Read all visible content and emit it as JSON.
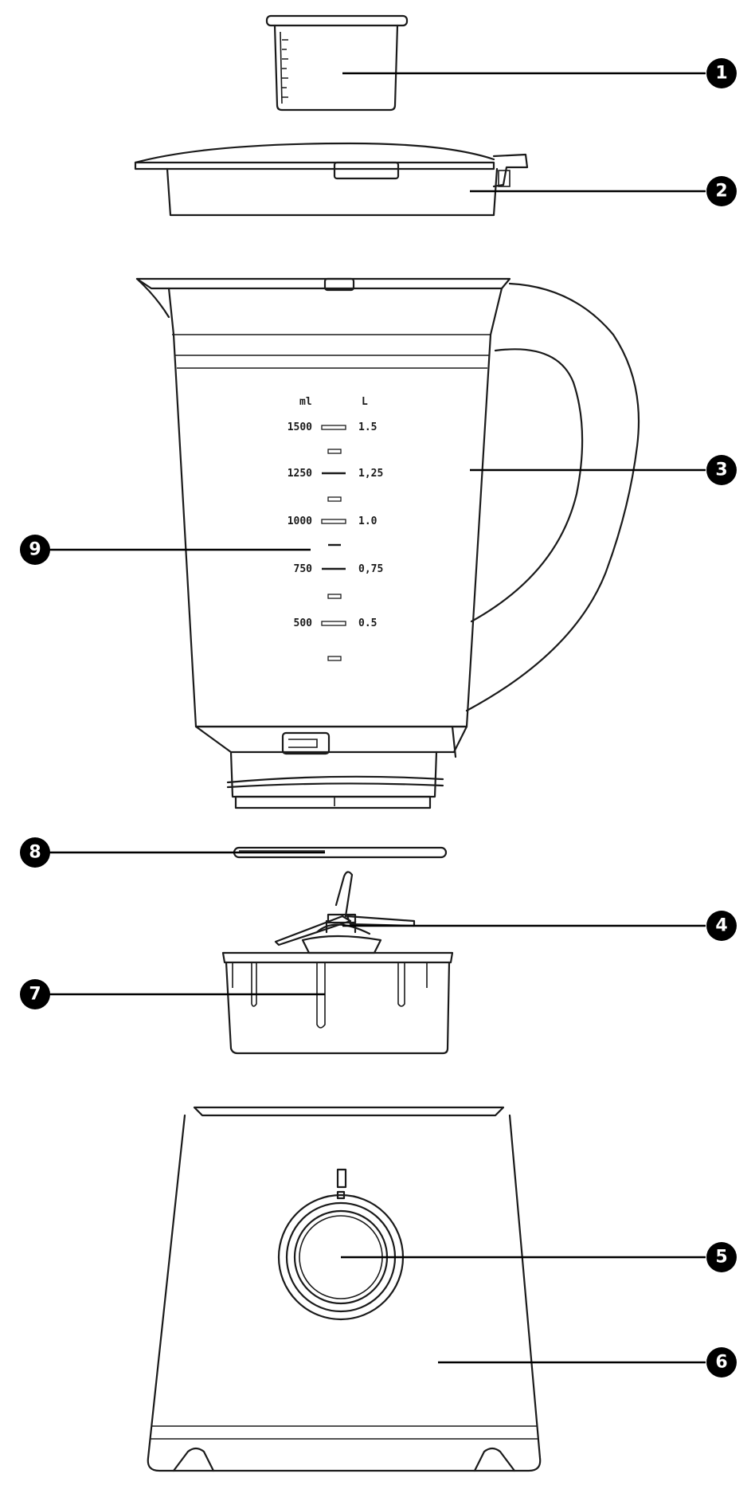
{
  "callouts": [
    {
      "id": "1",
      "label": "1"
    },
    {
      "id": "2",
      "label": "2"
    },
    {
      "id": "3",
      "label": "3"
    },
    {
      "id": "4",
      "label": "4"
    },
    {
      "id": "5",
      "label": "5"
    },
    {
      "id": "6",
      "label": "6"
    },
    {
      "id": "7",
      "label": "7"
    },
    {
      "id": "8",
      "label": "8"
    },
    {
      "id": "9",
      "label": "9"
    }
  ],
  "scale": {
    "unit_ml": "ml",
    "unit_l": "L",
    "marks": [
      {
        "ml": "1500",
        "l": "1.5"
      },
      {
        "ml": "1250",
        "l": "1,25"
      },
      {
        "ml": "1000",
        "l": "1.0"
      },
      {
        "ml": "750",
        "l": "0,75"
      },
      {
        "ml": "500",
        "l": "0.5"
      }
    ]
  }
}
